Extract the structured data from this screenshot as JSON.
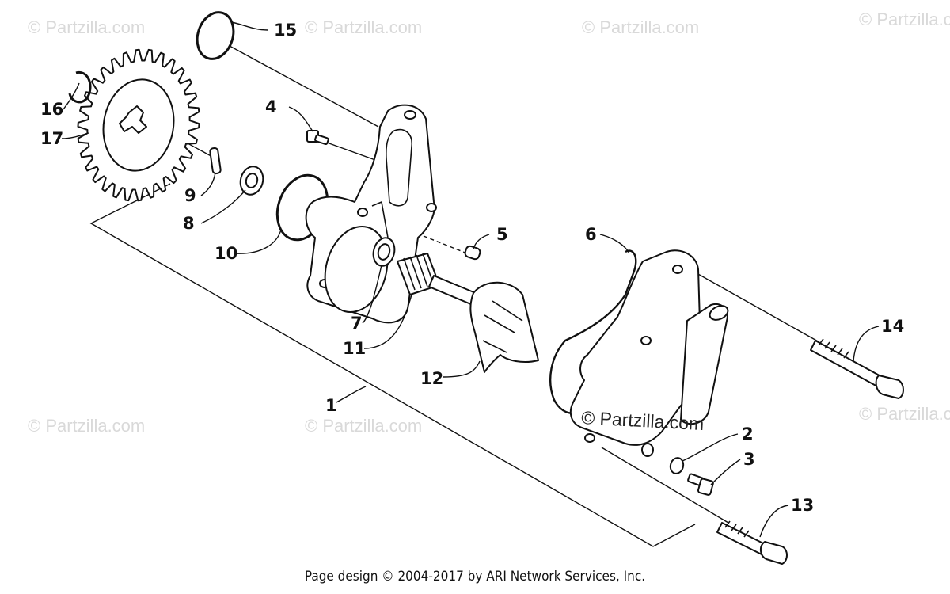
{
  "watermark": "© Partzilla.com",
  "brand_mark": "© Partzilla.com",
  "footer": "Page design © 2004-2017 by ARI Network Services, Inc.",
  "callouts": {
    "c1": "1",
    "c2": "2",
    "c3": "3",
    "c4": "4",
    "c5": "5",
    "c6": "6",
    "c7": "7",
    "c8": "8",
    "c9": "9",
    "c10": "10",
    "c11": "11",
    "c12": "12",
    "c13": "13",
    "c14": "14",
    "c15": "15",
    "c16": "16",
    "c17": "17"
  }
}
